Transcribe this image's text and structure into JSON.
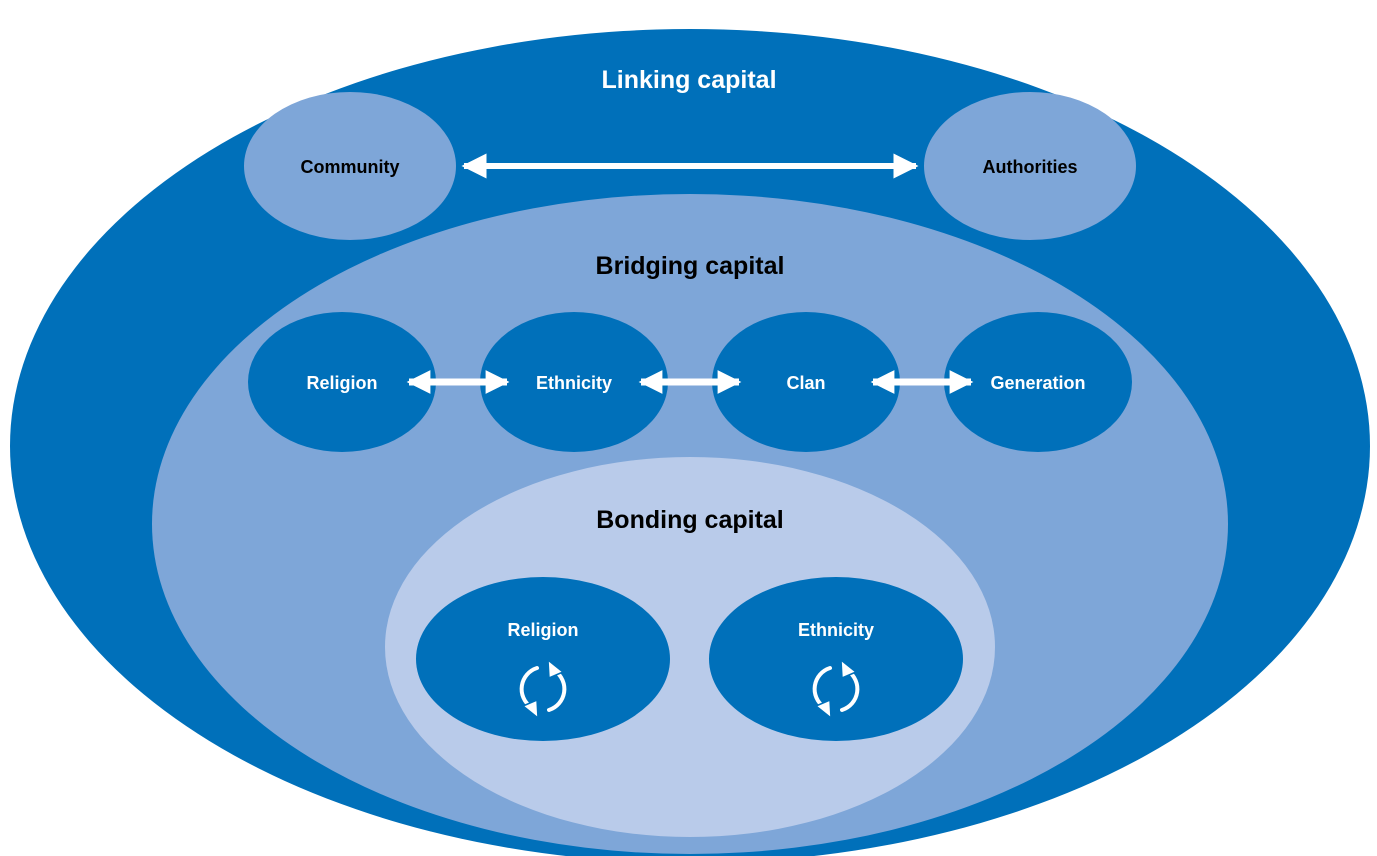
{
  "colors": {
    "dark_blue": "#0070ba",
    "mid_blue": "#7ea6d8",
    "light_blue": "#b9cbea",
    "white": "#ffffff"
  },
  "linking": {
    "title": "Linking capital",
    "left_node": "Community",
    "right_node": "Authorities"
  },
  "bridging": {
    "title": "Bridging capital",
    "nodes": [
      "Religion",
      "Ethnicity",
      "Clan",
      "Generation"
    ]
  },
  "bonding": {
    "title": "Bonding capital",
    "nodes": [
      "Religion",
      "Ethnicity"
    ],
    "icon": "cycle-arrows-icon"
  }
}
